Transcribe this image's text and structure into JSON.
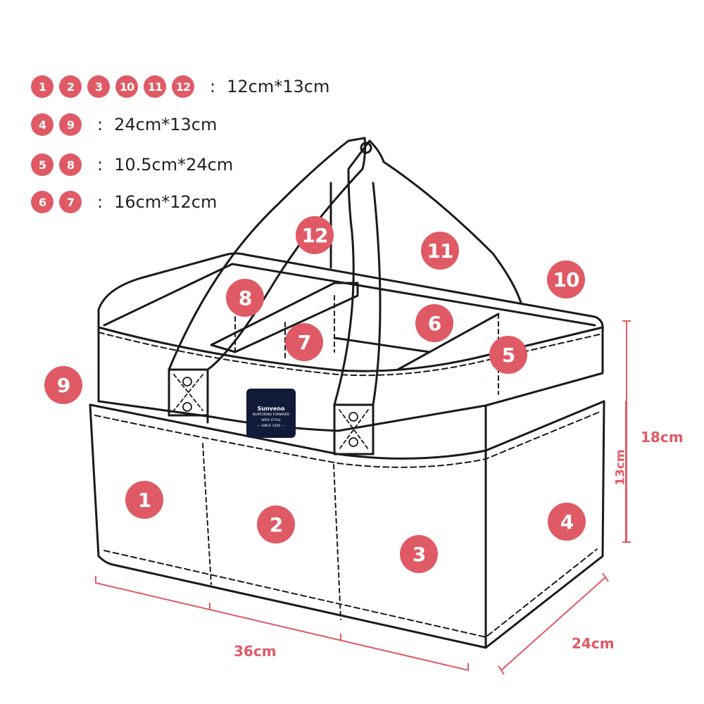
{
  "legend": [
    {
      "badges": [
        "1",
        "2",
        "3",
        "10",
        "11",
        "12"
      ],
      "separator": ":",
      "size": "12cm*13cm"
    },
    {
      "badges": [
        "4",
        "9"
      ],
      "separator": ":",
      "size": "24cm*13cm"
    },
    {
      "badges": [
        "5",
        "8"
      ],
      "separator": ":",
      "size": "10.5cm*24cm"
    },
    {
      "badges": [
        "6",
        "7"
      ],
      "separator": ":",
      "size": "16cm*12cm"
    }
  ],
  "callouts": [
    "1",
    "2",
    "3",
    "4",
    "5",
    "6",
    "7",
    "8",
    "9",
    "10",
    "11",
    "12"
  ],
  "dimensions": {
    "length": "36cm",
    "width": "24cm",
    "height_total": "18cm",
    "height_pocket": "13cm"
  },
  "brand": {
    "name": "Sunveno",
    "tagline_1": "NURTURING FORWARD",
    "tagline_2": "WITH STYLE",
    "tagline_3": "— SINCE 2005 —"
  },
  "colors": {
    "accent": "#e05a66",
    "line": "#1a1a1a",
    "patch": "#121a3a"
  }
}
